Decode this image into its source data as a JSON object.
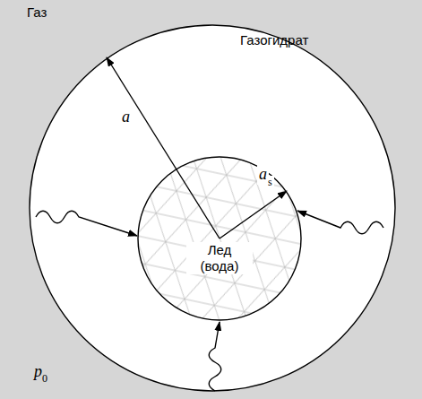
{
  "diagram": {
    "nodes": [
      {
        "text": [
          "Газогидрат"
        ]
      },
      {
        "text": [
          "Лед (вода)"
        ],
        "in": 0
      }
    ],
    "labels": [
      "Газ",
      "a",
      "a",
      "s",
      "p",
      "0"
    ]
  }
}
